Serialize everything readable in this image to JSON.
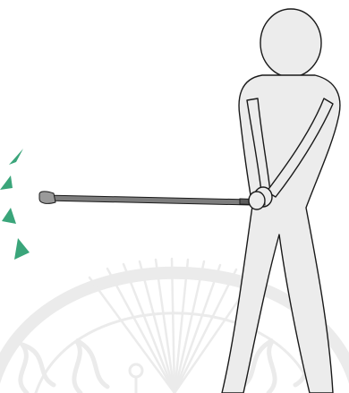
{
  "figure": {
    "subject": "golfer-figure",
    "club": "golf-club",
    "motion_markers": [
      "leaf-marker",
      "leaf-marker",
      "leaf-marker",
      "leaf-marker"
    ],
    "watermark": "emblem-watermark"
  },
  "colors": {
    "figure_fill": "#ececec",
    "figure_stroke": "#1a1a1a",
    "club_shaft": "#7d7d7d",
    "club_head": "#9a9a9a",
    "grip": "#5c5c5c",
    "marker_fill": "#3aa57a",
    "watermark": "#ebebeb"
  }
}
